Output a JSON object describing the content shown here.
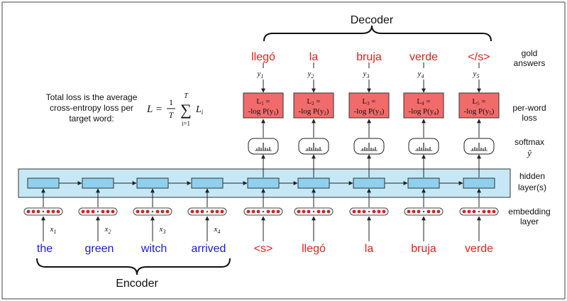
{
  "colors": {
    "target_word": "#e8201c",
    "source_word": "#1a1adb",
    "loss_box_fill": "#f26b6b",
    "hidden_band_fill": "#c6e8f6",
    "hidden_cell_fill": "#8fd0ef",
    "embedding_dot": "#d42020"
  },
  "titles": {
    "decoder": "Decoder",
    "encoder": "Encoder"
  },
  "row_labels": {
    "gold_line1": "gold",
    "gold_line2": "answers",
    "loss_line1": "per-word",
    "loss_line2": "loss",
    "softmax": "softmax",
    "softmax_symbol": "ŷ",
    "hidden_line1": "hidden",
    "hidden_line2": "layer(s)",
    "embedding_line1": "embedding",
    "embedding_line2": "layer"
  },
  "total_loss": {
    "line1": "Total loss is the average",
    "line2": "cross-entropy loss per",
    "line3": "target word:",
    "formula_lhs": "L =",
    "formula_num": "1",
    "formula_den": "T",
    "sum_top": "T",
    "sum_symbol": "∑",
    "sum_bottom": "i=1",
    "sum_term": "L",
    "sum_term_sub": "i"
  },
  "encoder": {
    "inputs": [
      {
        "word": "the",
        "var": "x",
        "sub": "1"
      },
      {
        "word": "green",
        "var": "x",
        "sub": "2"
      },
      {
        "word": "witch",
        "var": "x",
        "sub": "3"
      },
      {
        "word": "arrived",
        "var": "x",
        "sub": "4"
      }
    ]
  },
  "decoder": {
    "inputs": [
      "<s>",
      "llegó",
      "la",
      "bruja",
      "verde"
    ],
    "gold": [
      {
        "word": "llegó",
        "var": "y",
        "sub": "1"
      },
      {
        "word": "la",
        "var": "y",
        "sub": "2"
      },
      {
        "word": "bruja",
        "var": "y",
        "sub": "3"
      },
      {
        "word": "verde",
        "var": "y",
        "sub": "4"
      },
      {
        "word": "</s>",
        "var": "y",
        "sub": "5"
      }
    ],
    "losses": [
      {
        "l": "L",
        "l_sub": "1",
        "eq": " =",
        "neg": "-log P(y",
        "y_sub": "1",
        "close": ")"
      },
      {
        "l": "L",
        "l_sub": "2",
        "eq": " =",
        "neg": "-log P(y",
        "y_sub": "2",
        "close": ")"
      },
      {
        "l": "L",
        "l_sub": "3",
        "eq": " =",
        "neg": "-log P(y",
        "y_sub": "3",
        "close": ")"
      },
      {
        "l": "L",
        "l_sub": "4",
        "eq": " =",
        "neg": "-log P(y",
        "y_sub": "4",
        "close": ")"
      },
      {
        "l": "L",
        "l_sub": "5",
        "eq": " =",
        "neg": "-log P(y",
        "y_sub": "5",
        "close": ")"
      }
    ]
  }
}
